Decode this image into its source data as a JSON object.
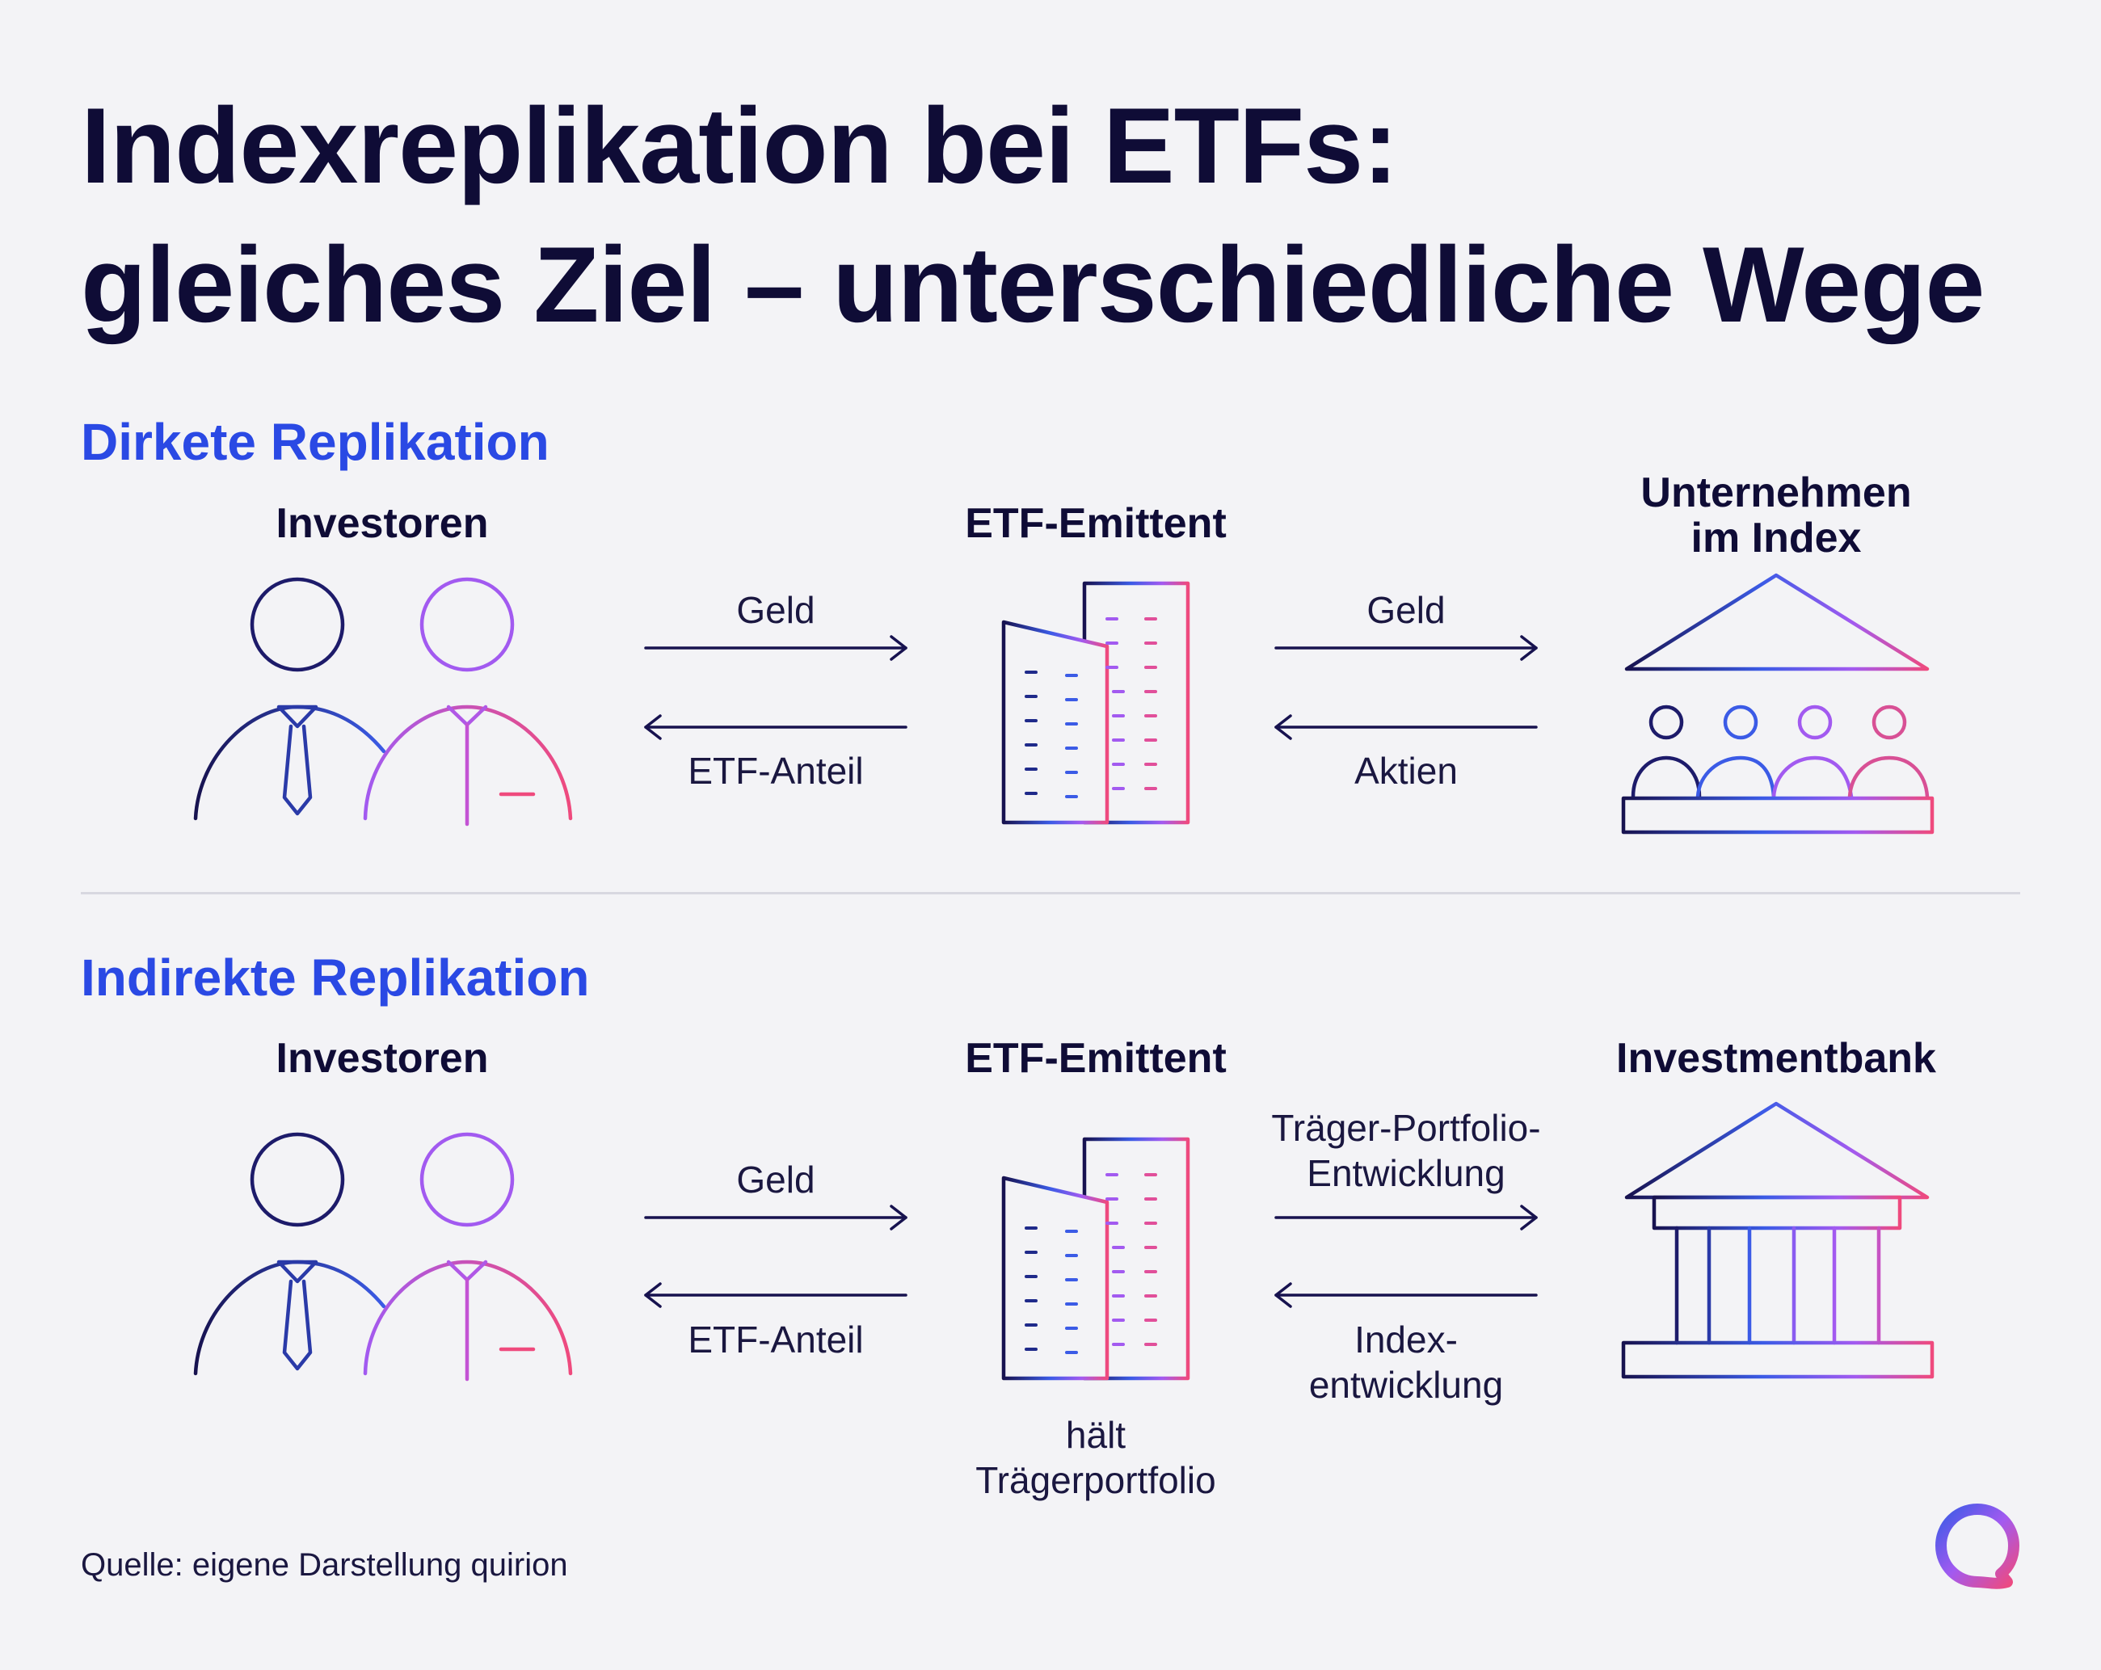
{
  "title": {
    "line1": "Indexreplikation bei ETFs:",
    "line2": "gleiches Ziel – unterschiedliche Wege"
  },
  "direct": {
    "heading": "Dirkete Replikation",
    "col1": "Investoren",
    "col2": "ETF-Emittent",
    "col3_line1": "Unternehmen",
    "col3_line2": "im Index",
    "arrow1_top": "Geld",
    "arrow1_bottom": "ETF-Anteil",
    "arrow2_top": "Geld",
    "arrow2_bottom": "Aktien"
  },
  "indirect": {
    "heading": "Indirekte Replikation",
    "col1": "Investoren",
    "col2": "ETF-Emittent",
    "col3": "Investmentbank",
    "arrow1_top": "Geld",
    "arrow1_bottom": "ETF-Anteil",
    "arrow2_top_line1": "Träger-Portfolio-",
    "arrow2_top_line2": "Entwicklung",
    "arrow2_bottom_line1": "Index-",
    "arrow2_bottom_line2": "entwicklung",
    "issuer_note_line1": "hält",
    "issuer_note_line2": "Trägerportfolio"
  },
  "source": "Quelle: eigene Darstellung quirion",
  "colors": {
    "text": "#0f0c36",
    "accent_blue": "#2a49e4",
    "gradient_start": "#1a1570",
    "gradient_mid": "#3a5ee8",
    "gradient_purple": "#a259f0",
    "gradient_end": "#ef4a7d"
  },
  "icons": [
    "investors-icon",
    "office-building-icon",
    "index-companies-icon",
    "bank-icon",
    "arrow-right-icon",
    "arrow-left-icon",
    "quirion-logo"
  ]
}
